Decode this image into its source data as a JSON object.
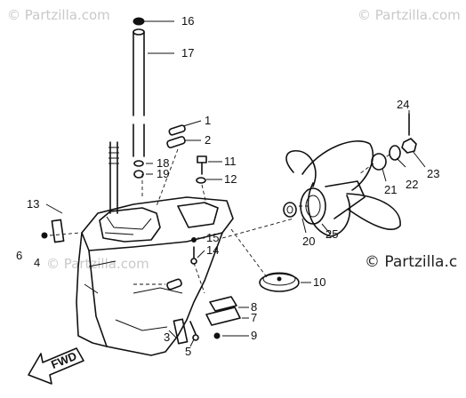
{
  "watermarks": {
    "top_left": "© Partzilla.com",
    "top_right": "© Partzilla.com",
    "right_mid": "© Partzilla.c",
    "left_mid": "© Partzilla.com"
  },
  "fwd_label": "FWD",
  "callouts": {
    "c1": "1",
    "c2": "2",
    "c3": "3",
    "c4": "4",
    "c5": "5",
    "c6": "6",
    "c7": "7",
    "c8": "8",
    "c9": "9",
    "c10": "10",
    "c11": "11",
    "c12": "12",
    "c13": "13",
    "c14": "14",
    "c15": "15",
    "c16": "16",
    "c17": "17",
    "c18": "18",
    "c19": "19",
    "c20": "20",
    "c21": "21",
    "c22": "22",
    "c23": "23",
    "c24": "24",
    "c25": "25"
  }
}
